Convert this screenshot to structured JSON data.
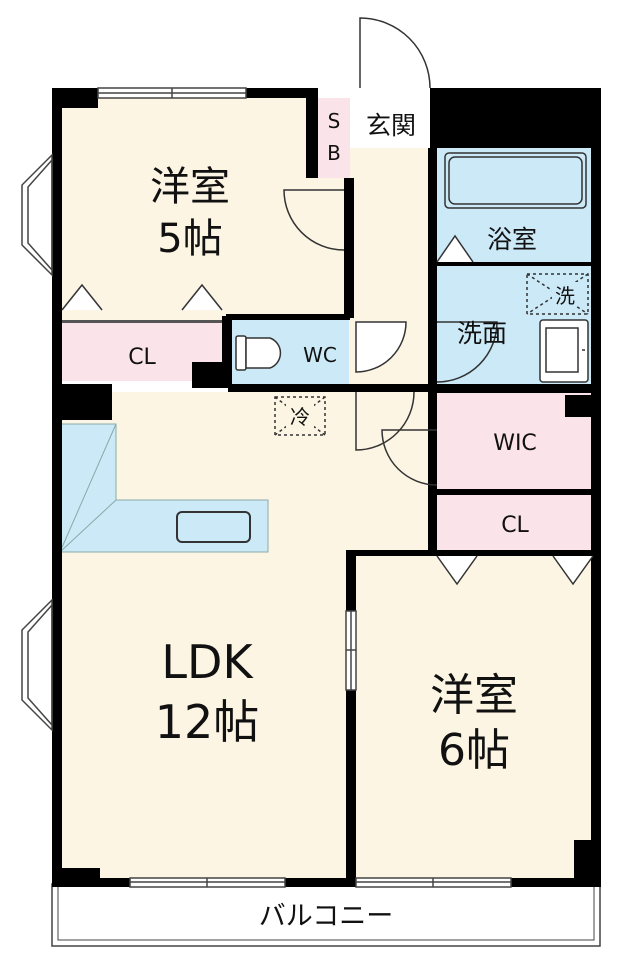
{
  "rooms": {
    "western_5": {
      "name": "洋室",
      "size": "5帖"
    },
    "western_6": {
      "name": "洋室",
      "size": "6帖"
    },
    "ldk": {
      "name": "LDK",
      "size": "12帖"
    },
    "closet_top": "CL",
    "closet_right": "CL",
    "toilet": "WC",
    "walk_in_closet": "WIC",
    "shoe_box_top": "S",
    "shoe_box_bottom": "B",
    "entrance": "玄関",
    "bathroom": "浴室",
    "washroom": "洗面",
    "washer": "洗",
    "fridge": "冷",
    "balcony": "バルコニー"
  },
  "colors": {
    "room_floor": "#fdf5e4",
    "closet": "#fbe3ea",
    "wet_area": "#cbe9f6",
    "wall": "#000000"
  }
}
